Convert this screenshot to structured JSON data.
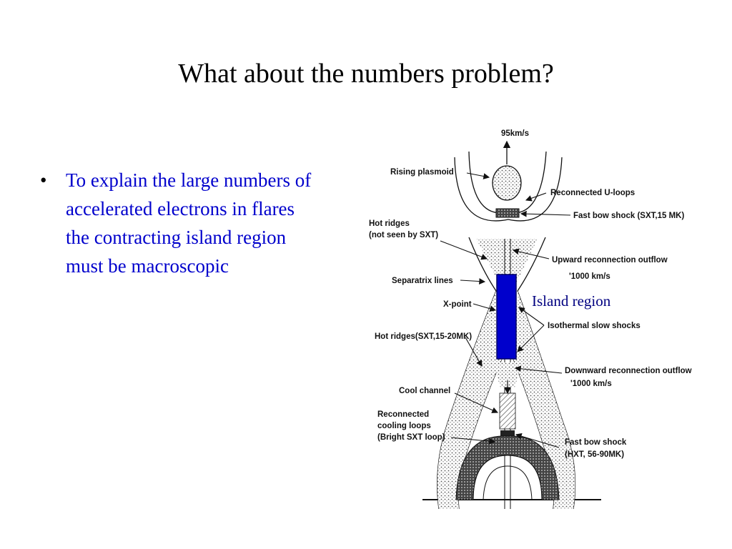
{
  "slide": {
    "title": "What about the numbers problem?",
    "bullet_marker": "•",
    "bullet_text": "To explain the large numbers of accelerated electrons in flares the contracting island region must be macroscopic"
  },
  "diagram": {
    "labels": {
      "speed_top": "95km/s",
      "rising_plasmoid": "Rising plasmoid",
      "reconnected_u_loops": "Reconnected U-loops",
      "fast_bow_shock_top": "Fast bow shock (SXT,15 MK)",
      "hot_ridges_1": "Hot ridges",
      "hot_ridges_1b": "(not seen by SXT)",
      "upward_outflow": "Upward reconnection outflow",
      "upward_speed": "'1000 km/s",
      "separatrix_lines": "Separatrix lines",
      "x_point": "X-point",
      "island_region": "Island region",
      "isothermal_slow_shocks": "Isothermal  slow shocks",
      "hot_ridges_2": "Hot ridges(SXT,15-20MK)",
      "downward_outflow": "Downward reconnection outflow",
      "downward_speed": "'1000 km/s",
      "cool_channel": "Cool channel",
      "reconnected_cooling_1": "Reconnected",
      "reconnected_cooling_2": "cooling loops",
      "reconnected_cooling_3": "(Bright SXT loop)",
      "fast_bow_shock_bottom_1": "Fast bow shock",
      "fast_bow_shock_bottom_2": "(HXT, 56-90MK)"
    },
    "colors": {
      "island_fill": "#0000cc",
      "island_stroke": "#000066",
      "island_label": "#000080",
      "line": "#111111"
    }
  }
}
